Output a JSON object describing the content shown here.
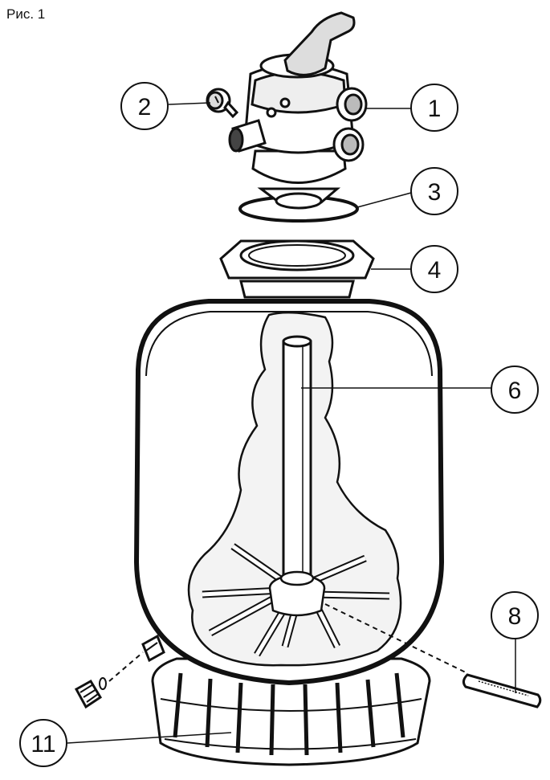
{
  "figure_title": "Рис. 1",
  "callouts": {
    "c1": "1",
    "c2": "2",
    "c3": "3",
    "c4": "4",
    "c6": "6",
    "c8": "8",
    "c11": "11"
  }
}
